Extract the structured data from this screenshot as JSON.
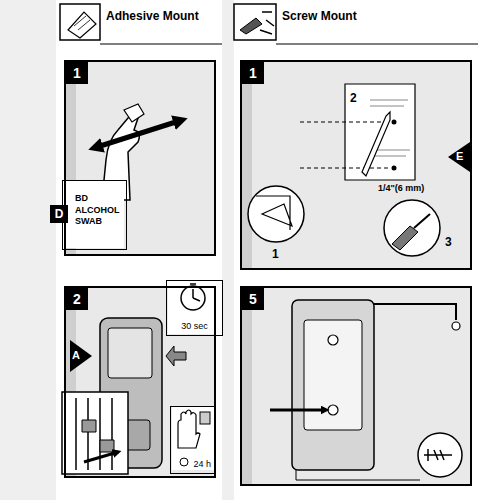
{
  "diagram": {
    "nodes": [
      {
        "text": [
          "1"
        ]
      },
      {
        "text": [
          "D",
          "BD ALCOHOL SWAB"
        ],
        "in": 0
      },
      {
        "text": [
          "2"
        ]
      },
      {
        "text": [
          "30 sec"
        ],
        "in": 2
      },
      {
        "text": [
          "24 h"
        ],
        "in": 2
      },
      {
        "text": [
          "1"
        ]
      },
      {
        "text": [
          "5"
        ]
      }
    ],
    "labels": [
      "Adhesive Mount",
      "Screw Mount",
      "A",
      "2",
      "E",
      "1",
      "3",
      "1/4\"(6 mm)"
    ]
  }
}
